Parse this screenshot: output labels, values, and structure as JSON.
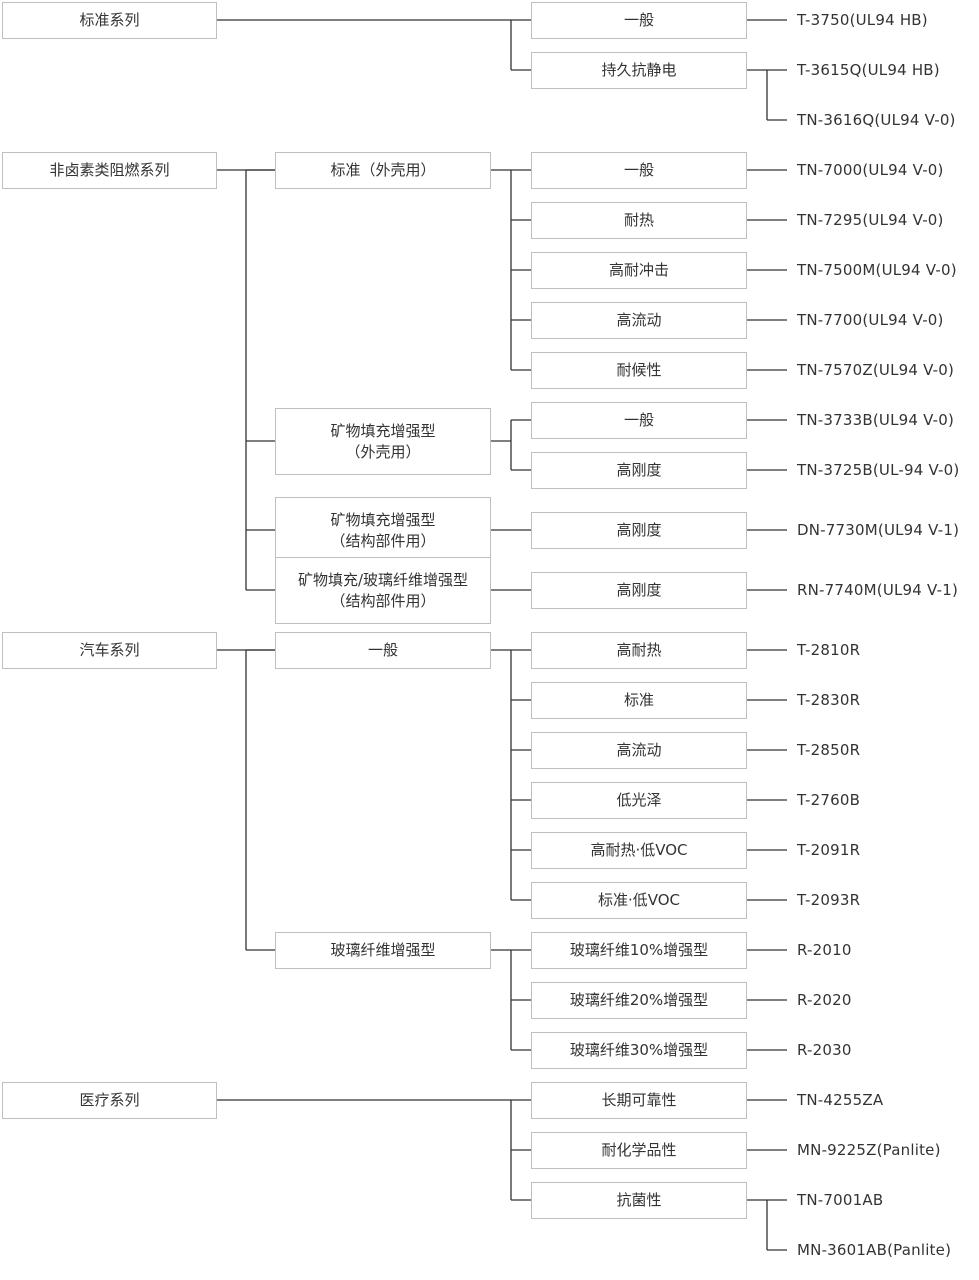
{
  "tree": [
    {
      "label": [
        "标准系列"
      ],
      "children": [
        {
          "label": [
            "一般"
          ],
          "products": [
            "T-3750(UL94 HB)"
          ]
        },
        {
          "label": [
            "持久抗静电"
          ],
          "products": [
            "T-3615Q(UL94 HB)",
            "TN-3616Q(UL94 V-0)"
          ]
        }
      ]
    },
    {
      "label": [
        "非卤素类阻燃系列"
      ],
      "children": [
        {
          "label": [
            "标准（外壳用）"
          ],
          "children": [
            {
              "label": [
                "一般"
              ],
              "products": [
                "TN-7000(UL94 V-0)"
              ]
            },
            {
              "label": [
                "耐热"
              ],
              "products": [
                "TN-7295(UL94 V-0)"
              ]
            },
            {
              "label": [
                "高耐冲击"
              ],
              "products": [
                "TN-7500M(UL94 V-0)"
              ]
            },
            {
              "label": [
                "高流动"
              ],
              "products": [
                "TN-7700(UL94 V-0)"
              ]
            },
            {
              "label": [
                "耐候性"
              ],
              "products": [
                "TN-7570Z(UL94 V-0)"
              ]
            }
          ]
        },
        {
          "label": [
            "矿物填充增强型",
            "（外壳用）"
          ],
          "children": [
            {
              "label": [
                "一般"
              ],
              "products": [
                "TN-3733B(UL94 V-0)"
              ]
            },
            {
              "label": [
                "高刚度"
              ],
              "products": [
                "TN-3725B(UL-94 V-0)"
              ]
            }
          ]
        },
        {
          "label": [
            "矿物填充增强型",
            "（结构部件用）"
          ],
          "children": [
            {
              "label": [
                "高刚度"
              ],
              "products": [
                "DN-7730M(UL94 V-1)"
              ]
            }
          ]
        },
        {
          "label": [
            "矿物填充/玻璃纤维增强型",
            "（结构部件用）"
          ],
          "children": [
            {
              "label": [
                "高刚度"
              ],
              "products": [
                "RN-7740M(UL94 V-1)"
              ]
            }
          ]
        }
      ]
    },
    {
      "label": [
        "汽车系列"
      ],
      "children": [
        {
          "label": [
            "一般"
          ],
          "children": [
            {
              "label": [
                "高耐热"
              ],
              "products": [
                "T-2810R"
              ]
            },
            {
              "label": [
                "标准"
              ],
              "products": [
                "T-2830R"
              ]
            },
            {
              "label": [
                "高流动"
              ],
              "products": [
                "T-2850R"
              ]
            },
            {
              "label": [
                "低光泽"
              ],
              "products": [
                "T-2760B"
              ]
            },
            {
              "label": [
                "高耐热·低VOC"
              ],
              "products": [
                "T-2091R"
              ]
            },
            {
              "label": [
                "标准·低VOC"
              ],
              "products": [
                "T-2093R"
              ]
            }
          ]
        },
        {
          "label": [
            "玻璃纤维增强型"
          ],
          "children": [
            {
              "label": [
                "玻璃纤维10%增强型"
              ],
              "products": [
                "R-2010"
              ]
            },
            {
              "label": [
                "玻璃纤维20%增强型"
              ],
              "products": [
                "R-2020"
              ]
            },
            {
              "label": [
                "玻璃纤维30%增强型"
              ],
              "products": [
                "R-2030"
              ]
            }
          ]
        }
      ]
    },
    {
      "label": [
        "医疗系列"
      ],
      "children": [
        {
          "label": [
            "长期可靠性"
          ],
          "products": [
            "TN-4255ZA"
          ]
        },
        {
          "label": [
            "耐化学品性"
          ],
          "products": [
            "MN-9225Z(Panlite)"
          ]
        },
        {
          "label": [
            "抗菌性"
          ],
          "products": [
            "TN-7001AB",
            "MN-3601AB(Panlite)"
          ]
        }
      ]
    }
  ]
}
